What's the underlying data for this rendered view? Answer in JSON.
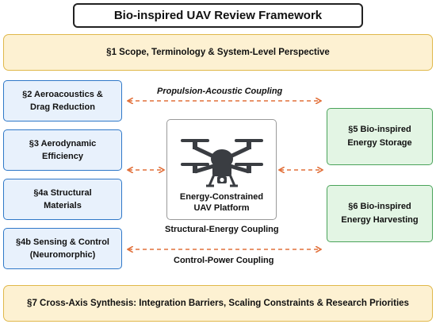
{
  "title": "Bio-inspired UAV Review Framework",
  "scope": "§1 Scope, Terminology & System-Level Perspective",
  "left_sections": [
    "§2 Aeroacoustics &\nDrag Reduction",
    "§3 Aerodynamic\nEfficiency",
    "§4a Structural\nMaterials",
    "§4b Sensing & Control\n(Neuromorphic)"
  ],
  "right_sections": [
    "§5 Bio-inspired\nEnergy Storage",
    "§6 Bio-inspired\nEnergy Harvesting"
  ],
  "center": {
    "label": "Energy-Constrained\nUAV Platform",
    "icon": "quadcopter-drone-icon"
  },
  "couplings": {
    "propulsion_acoustic": "Propulsion-Acoustic Coupling",
    "structural_energy": "Structural-Energy Coupling",
    "control_power": "Control-Power Coupling"
  },
  "synthesis": "§7 Cross-Axis Synthesis: Integration Barriers, Scaling Constraints & Research Priorities",
  "colors": {
    "band_fill": "#fdf1d2",
    "band_border": "#e0b84a",
    "left_fill": "#e8f1fc",
    "left_border": "#2f78c8",
    "right_fill": "#e3f5e4",
    "right_border": "#4aa35a",
    "arrow": "#e2703a"
  }
}
